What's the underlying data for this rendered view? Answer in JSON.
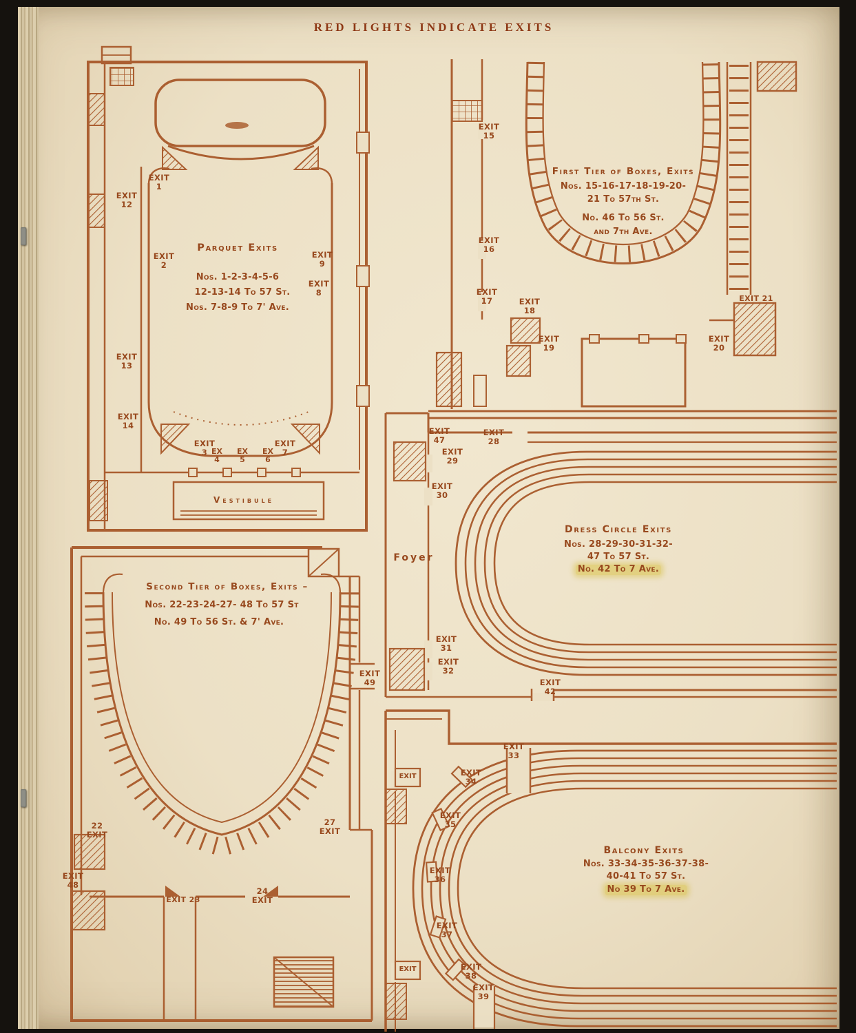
{
  "colors": {
    "ink": "#a8592a",
    "ink_text": "#98491e",
    "heading_ink": "#8d3714",
    "paper": "#ece0c5",
    "highlight": "#d8c146"
  },
  "heading": "RED LIGHTS INDICATE EXITS",
  "parquet": {
    "title": "Parquet Exits",
    "nos1": "Nos. 1-2-3-4-5-6",
    "nos2": "12-13-14 To 57 St.",
    "nos3": "Nos. 7-8-9 To 7' Ave.",
    "vestibule": "Vestibule",
    "exit1": "Exit 1",
    "exit2": "Exit 2",
    "exit3": "Exit 3",
    "ex4": "Ex 4",
    "ex5": "Ex 5",
    "ex6": "Ex 6",
    "exit7": "Exit 7",
    "exit8": "Exit 8",
    "exit9": "Exit 9",
    "exit12": "Exit 12",
    "exit13": "Exit 13",
    "exit14": "Exit 14"
  },
  "first_tier": {
    "title": "First Tier of Boxes, Exits",
    "nos1": "Nos. 15-16-17-18-19-20-",
    "nos2": "21 To 57th St.",
    "nos3": "No. 46 To 56 St.",
    "nos4": "and 7th Ave.",
    "exit15": "Exit 15",
    "exit16": "Exit 16",
    "exit17": "Exit 17",
    "exit18": "Exit 18",
    "exit19": "Exit 19",
    "exit20": "Exit 20",
    "exit21": "Exit 21"
  },
  "dress_circle": {
    "title": "Dress Circle Exits",
    "nos1": "Nos. 28-29-30-31-32-",
    "nos2": "47 To 57 St.",
    "nos3": "No. 42 To 7 Ave.",
    "foyer": "Foyer",
    "exit28": "Exit 28",
    "exit29": "Exit 29",
    "exit30": "Exit 30",
    "exit31": "Exit 31",
    "exit32": "Exit 32",
    "exit42": "Exit 42",
    "exit47": "Exit 47"
  },
  "second_tier": {
    "title": "Second Tier of Boxes, Exits –",
    "nos1": "Nos. 22-23-24-27- 48 To 57 St",
    "nos2": "No. 49 To 56 St. & 7' Ave.",
    "exit22": "22 Exit",
    "exit23": "Exit 23",
    "exit24": "24 Exit",
    "exit27": "27 Exit",
    "exit48": "Exit 48",
    "exit49": "Exit 49"
  },
  "balcony": {
    "title": "Balcony Exits",
    "nos1": "Nos. 33-34-35-36-37-38-",
    "nos2": "40-41 To 57 St.",
    "nos3": "No 39 To 7 Ave.",
    "exit33": "Exit 33",
    "exit34": "Exit 34",
    "exit35": "Exit 35",
    "exit36": "Exit 36",
    "exit37": "Exit 37",
    "exit38": "Exit 38",
    "exit39": "Exit 39",
    "door_exit_upper": "Exit",
    "door_exit_lower": "Exit"
  }
}
